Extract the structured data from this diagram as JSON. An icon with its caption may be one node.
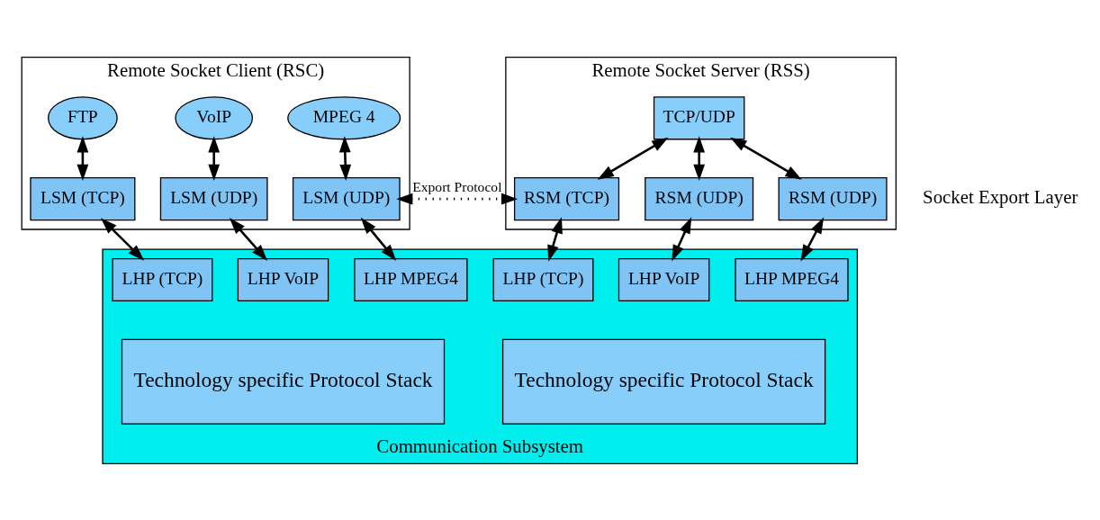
{
  "diagram": {
    "nodes": [
      {
        "text": [
          "Remote Socket Client (RSC)"
        ]
      },
      {
        "text": [
          "FTP"
        ],
        "in": 0
      },
      {
        "text": [
          "VoIP"
        ],
        "in": 0
      },
      {
        "text": [
          "MPEG 4"
        ],
        "in": 0
      },
      {
        "text": [
          "LSM (TCP)"
        ],
        "in": 0
      },
      {
        "text": [
          "LSM (UDP)"
        ],
        "in": 0
      },
      {
        "text": [
          "LSM (UDP)"
        ],
        "in": 0
      },
      {
        "text": [
          "Remote Socket Server (RSS)"
        ]
      },
      {
        "text": [
          "RSM (TCP)"
        ],
        "in": 7
      },
      {
        "text": [
          "RSM (UDP)"
        ],
        "in": 7
      },
      {
        "text": [
          "RSM (UDP)"
        ],
        "in": 7
      },
      {
        "text": [
          "TCP/UDP"
        ],
        "in": 7
      },
      {
        "text": [
          "Communication Subsystem"
        ]
      },
      {
        "text": [
          "LHP (TCP)"
        ],
        "in": 12
      },
      {
        "text": [
          "LHP VoIP"
        ],
        "in": 12
      },
      {
        "text": [
          "LHP MPEG4"
        ],
        "in": 12
      },
      {
        "text": [
          "Technology specific Protocol Stack"
        ],
        "in": 12
      },
      {
        "text": [
          "LHP (TCP)"
        ],
        "in": 12
      },
      {
        "text": [
          "LHP VoIP"
        ],
        "in": 12
      },
      {
        "text": [
          "LHP MPEG4"
        ],
        "in": 12
      },
      {
        "text": [
          "Technology specific Protocol Stack"
        ],
        "in": 12
      }
    ],
    "edges": [
      {
        "from": 1,
        "to": 4,
        "arrow": "both"
      },
      {
        "from": 2,
        "to": 5,
        "arrow": "both"
      },
      {
        "from": 3,
        "to": 6,
        "arrow": "both"
      },
      {
        "from": 4,
        "to": 13,
        "arrow": "both"
      },
      {
        "from": 5,
        "to": 14,
        "arrow": "both"
      },
      {
        "from": 6,
        "to": 15,
        "arrow": "both"
      },
      {
        "from": 6,
        "to": 8,
        "arrow": "both",
        "label": "Export Protocol",
        "style": "dashed"
      },
      {
        "from": 8,
        "to": 17,
        "arrow": "both"
      },
      {
        "from": 9,
        "to": 18,
        "arrow": "both"
      },
      {
        "from": 10,
        "to": 19,
        "arrow": "both"
      },
      {
        "from": 11,
        "to": 8,
        "arrow": "both"
      },
      {
        "from": 11,
        "to": 9,
        "arrow": "both"
      },
      {
        "from": 11,
        "to": 10,
        "arrow": "both"
      }
    ],
    "labels": [
      "Socket Export Layer"
    ]
  }
}
